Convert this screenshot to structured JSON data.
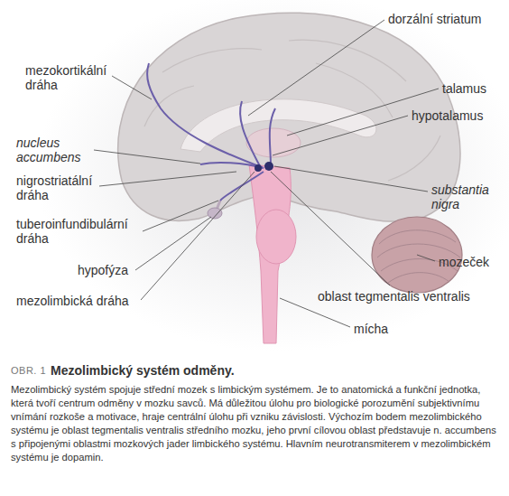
{
  "diagram": {
    "title": "Mezolimbický systém odměny.",
    "caption": "Mezolimbický systém spojuje střední mozek s limbickým systémem. Je to anatomická a funkční jednotka, která tvoří centrum odměny v mozku savců. Má důležitou úlohu pro biologické porozumění subjektivnímu vnímání rozkoše a motivace, hraje centrální úlohu při vzniku závislosti. Výchozím bodem mezolimbického systému je oblast tegmentalis ventralis středního mozku, jeho první cílovou oblast představuje n. accumbens s připojenými oblastmi mozkových jader limbického systému. Hlavním neurotransmiterem v mezolimbickém systému je dopamin.",
    "labels": [
      "dorzální striatum",
      "mezokortikální dráha",
      "talamus",
      "hypotalamus",
      "nucleus accumbens",
      "nigrostriatální dráha",
      "substantia nigra",
      "tuberoinfundibulární dráha",
      "mozeček",
      "hypofýza",
      "oblast tegmentalis ventralis",
      "mezolimbická dráha",
      "mícha",
      "OBR. 1"
    ]
  }
}
